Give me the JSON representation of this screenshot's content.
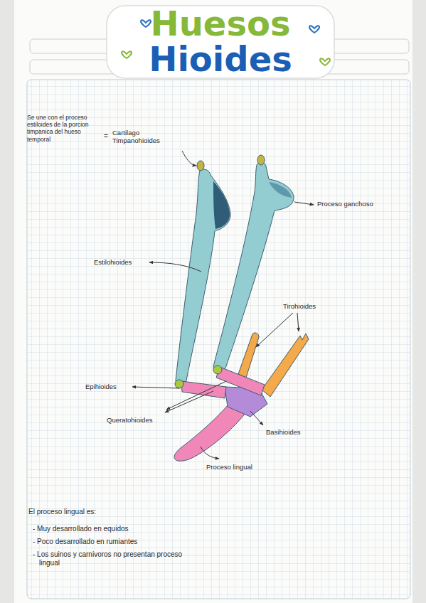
{
  "diagram": {
    "title": "Huesos Hioides",
    "labels": [
      "Se une con el proceso estiloides de la porcion timpanica del hueso temporal",
      "=",
      "Cartilago Timpanohioides",
      "Proceso ganchoso",
      "Estilohioides",
      "Tirohioides",
      "Epihioides",
      "Queratohioides",
      "Basihioides",
      "Proceso lingual",
      "El proceso lingual es:",
      "- Muy desarrollado en equidos",
      "- Poco desarrollado en rumiantes",
      "- Los suinos y carnivoros no presentan proceso lingual"
    ]
  }
}
